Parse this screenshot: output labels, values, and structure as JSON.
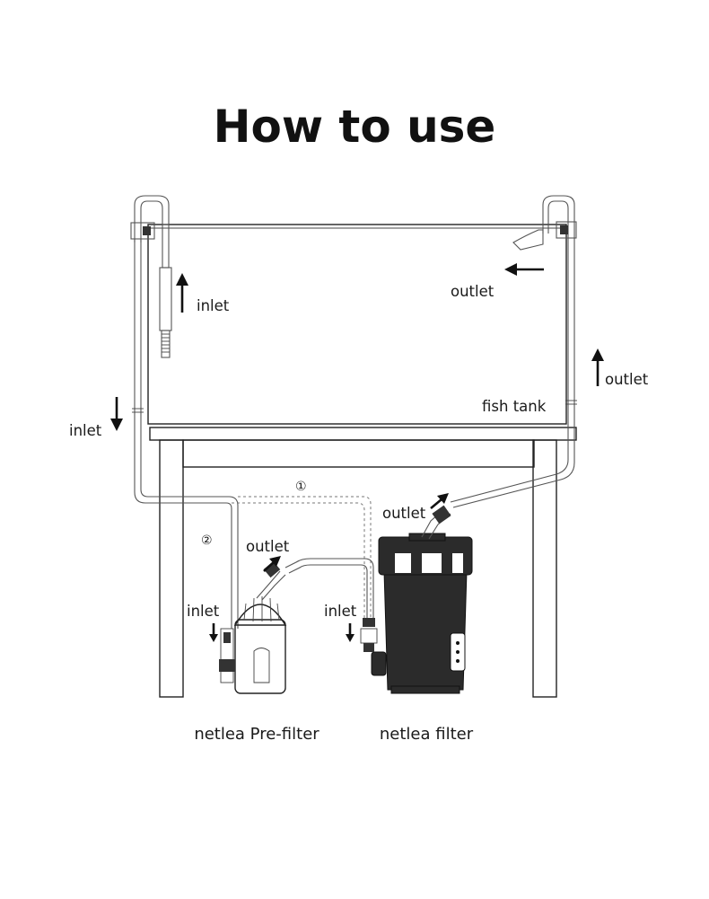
{
  "title": "How to use",
  "labels": {
    "tank_inlet": "inlet",
    "tank_outlet": "outlet",
    "side_inlet": "inlet",
    "side_outlet": "outlet",
    "fish_tank": "fish tank",
    "filter_outlet": "outlet",
    "prefilter_outlet": "outlet",
    "prefilter_inlet": "inlet",
    "filter_inlet": "inlet",
    "route_1": "①",
    "route_2": "②"
  },
  "captions": {
    "prefilter": "netlea Pre-filter",
    "filter": "netlea filter"
  },
  "colors": {
    "line": "#222222",
    "hose": "#555555",
    "device_dark": "#2b2b2b",
    "background": "#ffffff"
  },
  "icons": [
    "arrow-up-icon",
    "arrow-down-icon",
    "arrow-left-icon",
    "arrow-diagonal-icon"
  ]
}
